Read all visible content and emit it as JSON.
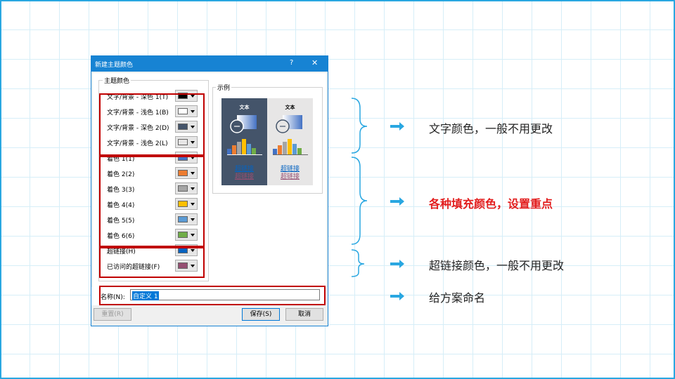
{
  "dialog": {
    "title": "新建主题颜色",
    "help": "?",
    "close": "✕",
    "theme_group_label": "主题颜色",
    "preview_label": "示例",
    "rows": [
      {
        "label": "文字/背景 - 深色 1(T)",
        "color": "#000000"
      },
      {
        "label": "文字/背景 - 浅色 1(B)",
        "color": "#ffffff"
      },
      {
        "label": "文字/背景 - 深色 2(D)",
        "color": "#44546a"
      },
      {
        "label": "文字/背景 - 浅色 2(L)",
        "color": "#e7e6e6"
      },
      {
        "label": "着色 1(1)",
        "color": "#4472c4"
      },
      {
        "label": "着色 2(2)",
        "color": "#ed7d31"
      },
      {
        "label": "着色 3(3)",
        "color": "#a5a5a5"
      },
      {
        "label": "着色 4(4)",
        "color": "#ffc000"
      },
      {
        "label": "着色 5(5)",
        "color": "#5b9bd5"
      },
      {
        "label": "着色 6(6)",
        "color": "#70ad47"
      },
      {
        "label": "超链接(H)",
        "color": "#0563c1"
      },
      {
        "label": "已访问的超链接(F)",
        "color": "#954f72"
      }
    ],
    "preview": {
      "text": "文本",
      "hyperlink": "超链接",
      "visited_hyperlink": "超链接"
    },
    "name_label": "名称(N):",
    "name_value": "自定义 1",
    "reset_button": "重置(R)",
    "save_button": "保存(S)",
    "cancel_button": "取消"
  },
  "annotations": [
    {
      "text": "文字颜色，一般不用更改",
      "highlight": false
    },
    {
      "text": "各种填充颜色，设置重点",
      "highlight": true
    },
    {
      "text": "超链接颜色，一般不用更改",
      "highlight": false
    },
    {
      "text": "给方案命名",
      "highlight": false
    }
  ],
  "colors": {
    "accent": "#29a7e1",
    "highlight": "#e21d1d",
    "frame": "#c00000"
  }
}
